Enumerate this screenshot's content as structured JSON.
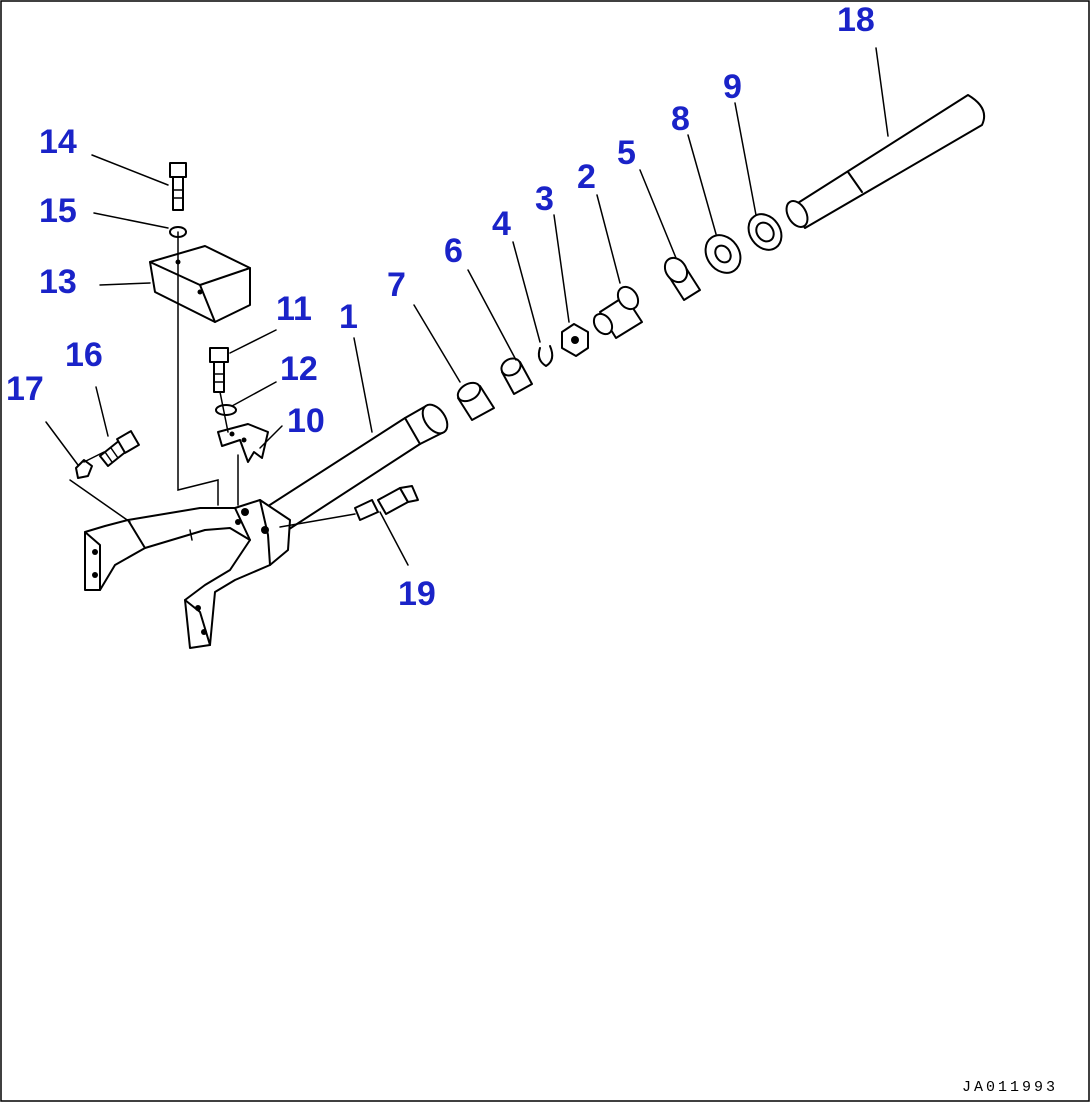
{
  "callouts": {
    "c1": "1",
    "c2": "2",
    "c3": "3",
    "c4": "4",
    "c5": "5",
    "c6": "6",
    "c7": "7",
    "c8": "8",
    "c9": "9",
    "c10": "10",
    "c11": "11",
    "c12": "12",
    "c13": "13",
    "c14": "14",
    "c15": "15",
    "c16": "16",
    "c17": "17",
    "c18": "18",
    "c19": "19"
  },
  "drawing_code": "JA011993",
  "colors": {
    "callout": "#1a23c8",
    "line": "#000000",
    "background": "#ffffff"
  }
}
